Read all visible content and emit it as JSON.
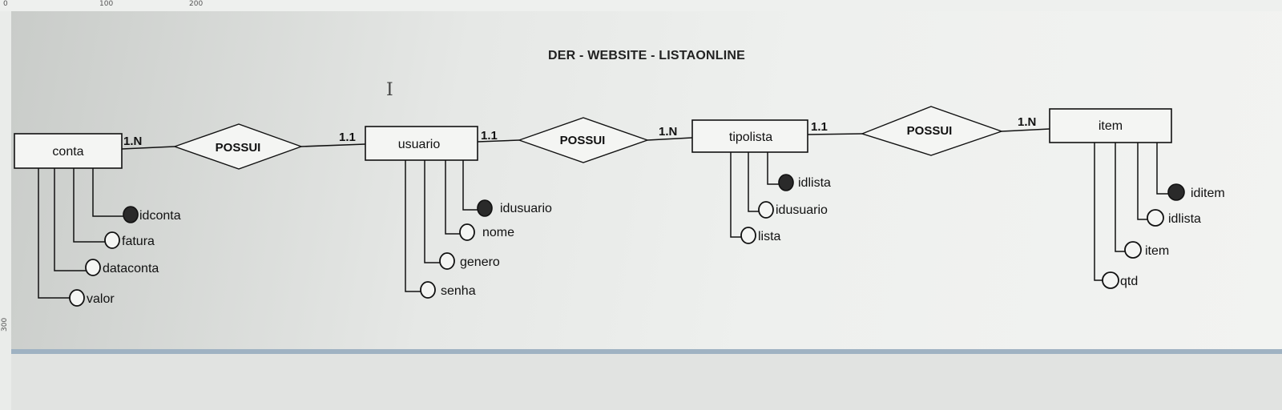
{
  "ruler": {
    "top_marks": [
      "0",
      "100",
      "200"
    ],
    "left_marks": [
      "300"
    ]
  },
  "title": "DER - WEBSITE - LISTAONLINE",
  "entities": [
    {
      "id": "conta",
      "name": "conta",
      "attributes": [
        {
          "name": "idconta",
          "key": true
        },
        {
          "name": "fatura",
          "key": false
        },
        {
          "name": "dataconta",
          "key": false
        },
        {
          "name": "valor",
          "key": false
        }
      ]
    },
    {
      "id": "usuario",
      "name": "usuario",
      "attributes": [
        {
          "name": "idusuario",
          "key": true
        },
        {
          "name": "nome",
          "key": false
        },
        {
          "name": "genero",
          "key": false
        },
        {
          "name": "senha",
          "key": false
        }
      ]
    },
    {
      "id": "tipolista",
      "name": "tipolista",
      "attributes": [
        {
          "name": "idlista",
          "key": true
        },
        {
          "name": "idusuario",
          "key": false
        },
        {
          "name": "lista",
          "key": false
        }
      ]
    },
    {
      "id": "item",
      "name": "item",
      "attributes": [
        {
          "name": "iditem",
          "key": true
        },
        {
          "name": "idlista",
          "key": false
        },
        {
          "name": "item",
          "key": false
        },
        {
          "name": "qtd",
          "key": false
        }
      ]
    }
  ],
  "relationships": [
    {
      "name": "POSSUI",
      "from": "conta",
      "to": "usuario",
      "card_from": "1.N",
      "card_to": "1.1"
    },
    {
      "name": "POSSUI",
      "from": "usuario",
      "to": "tipolista",
      "card_from": "1.1",
      "card_to": "1.N"
    },
    {
      "name": "POSSUI",
      "from": "tipolista",
      "to": "item",
      "card_from": "1.1",
      "card_to": "1.N"
    }
  ]
}
